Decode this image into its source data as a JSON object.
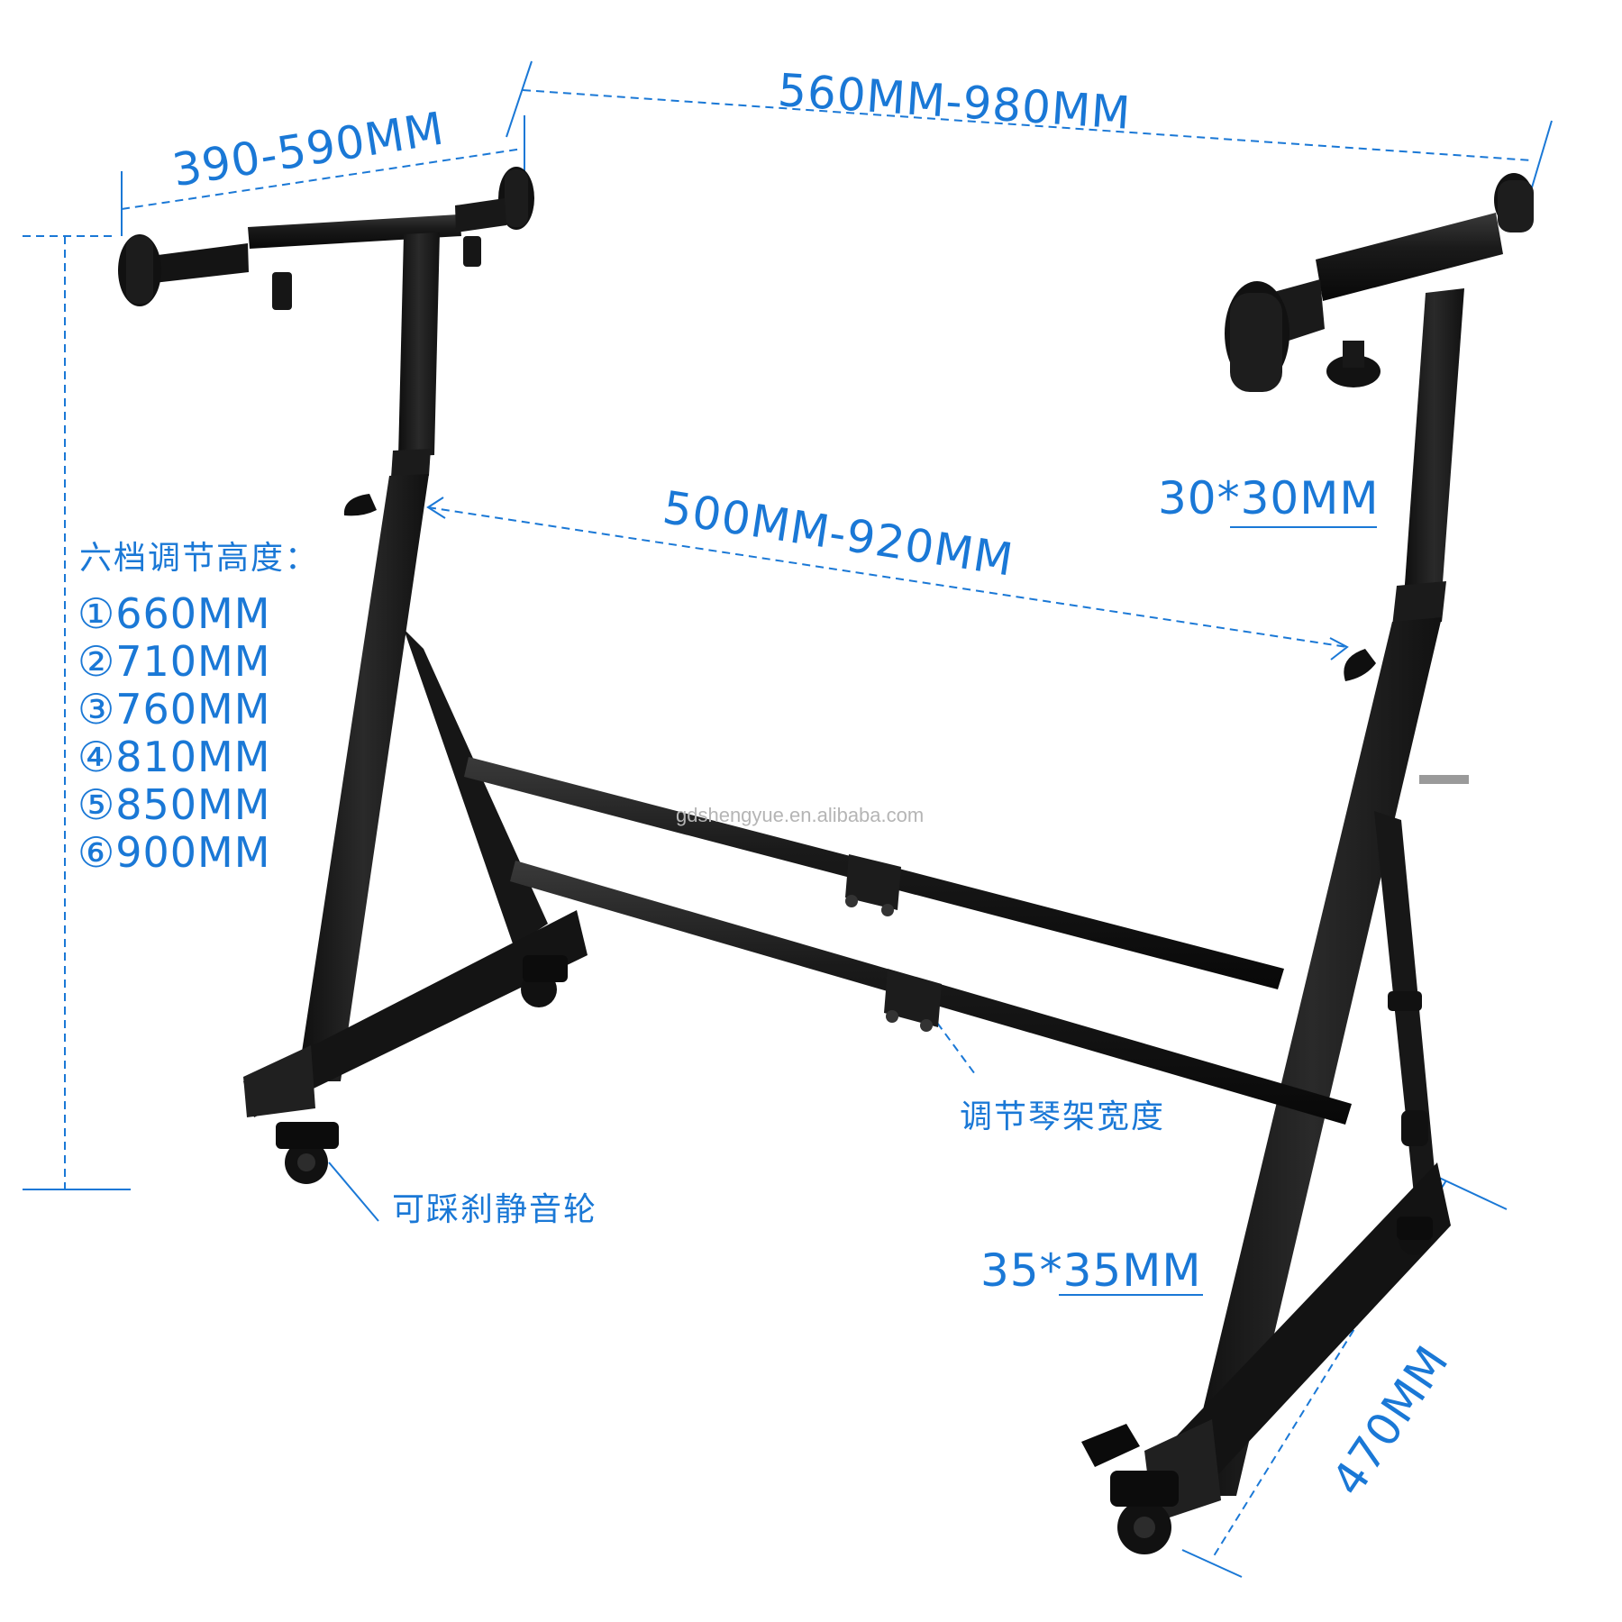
{
  "dimensions": {
    "top_width": "560MM-980MM",
    "holder_depth": "390-590MM",
    "inner_width": "500MM-920MM",
    "upper_tube": "30*30MM",
    "lower_tube": "35*35MM",
    "base_depth": "470MM"
  },
  "height": {
    "title": "六档调节高度：",
    "options": [
      "①660MM",
      "②710MM",
      "③760MM",
      "④810MM",
      "⑤850MM",
      "⑥900MM"
    ]
  },
  "annotations": {
    "width_adjust": "调节琴架宽度",
    "wheels": "可踩刹静音轮"
  },
  "watermark": "gdshengyue.en.alibaba.com",
  "colors": {
    "accent": "#1a78d6",
    "frame": "#1b1b1b",
    "background": "#ffffff"
  }
}
